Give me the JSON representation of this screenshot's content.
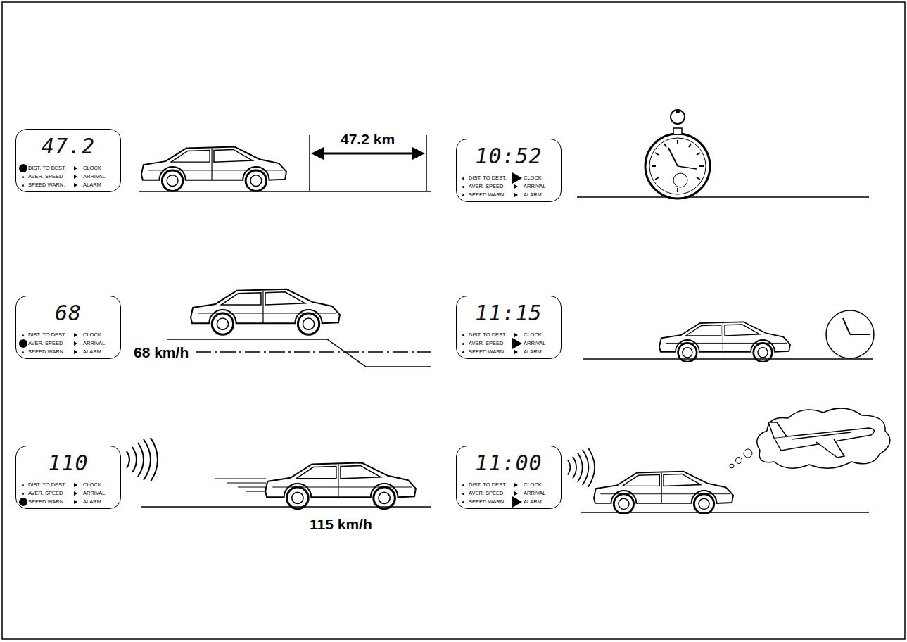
{
  "diagram": {
    "nodes": [
      {
        "text": [
          "47.2",
          "DIST. TO DEST.",
          "CLOCK",
          "AVER. SPEED",
          "ARRIVAL",
          "SPEED WARN.",
          "ALARM"
        ]
      },
      {
        "text": [
          "10:52",
          "DIST. TO DEST.",
          "CLOCK",
          "AVER. SPEED",
          "ARRIVAL",
          "SPEED WARN.",
          "ALARM"
        ]
      },
      {
        "text": [
          "68",
          "DIST. TO DEST.",
          "CLOCK",
          "AVER. SPEED",
          "ARRIVAL",
          "SPEED WARN.",
          "ALARM"
        ]
      },
      {
        "text": [
          "11:15",
          "DIST. TO DEST.",
          "CLOCK",
          "AVER. SPEED",
          "ARRIVAL",
          "SPEED WARN.",
          "ALARM"
        ]
      },
      {
        "text": [
          "110",
          "DIST. TO DEST.",
          "CLOCK",
          "AVER. SPEED",
          "ARRIVAL",
          "SPEED WARN.",
          "ALARM"
        ]
      },
      {
        "text": [
          "11:00",
          "DIST. TO DEST.",
          "CLOCK",
          "AVER. SPEED",
          "ARRIVAL",
          "SPEED WARN.",
          "ALARM"
        ]
      }
    ],
    "labels": [
      "47.2 km",
      "68 km/h",
      "115 km/h"
    ]
  }
}
